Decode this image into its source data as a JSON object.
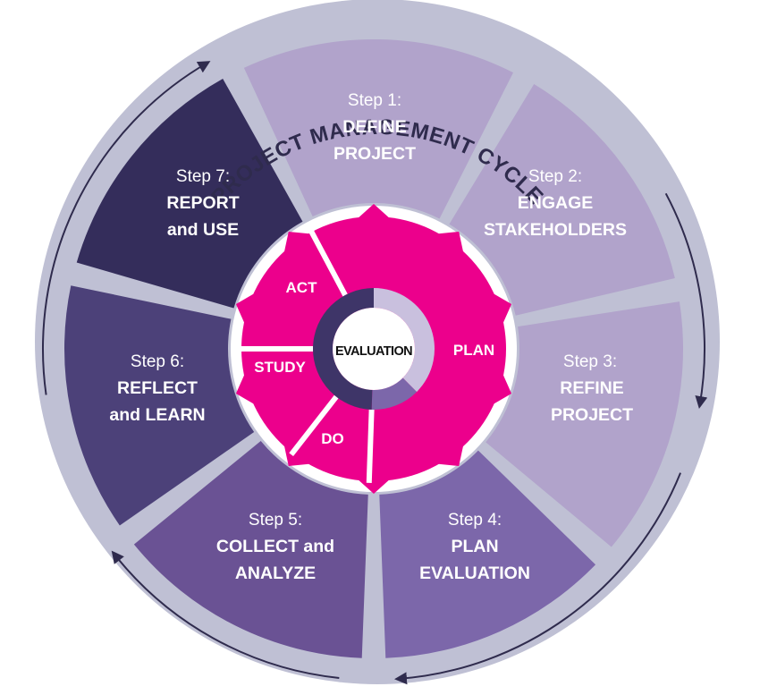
{
  "title": "PROJECT MANAGEMENT CYCLE",
  "center": "EVALUATION",
  "steps": [
    {
      "step": "Step 1:",
      "lines": [
        "DEFINE",
        "PROJECT"
      ],
      "color": "#b1a3cb"
    },
    {
      "step": "Step 2:",
      "lines": [
        "ENGAGE",
        "STAKEHOLDERS"
      ],
      "color": "#b1a3cb"
    },
    {
      "step": "Step 3:",
      "lines": [
        "REFINE",
        "PROJECT"
      ],
      "color": "#b1a3cb"
    },
    {
      "step": "Step 4:",
      "lines": [
        "PLAN",
        "EVALUATION"
      ],
      "color": "#7c67aa"
    },
    {
      "step": "Step 5:",
      "lines": [
        "COLLECT and",
        "ANALYZE"
      ],
      "color": "#6a5294"
    },
    {
      "step": "Step 6:",
      "lines": [
        "REFLECT",
        "and LEARN"
      ],
      "color": "#4c4179"
    },
    {
      "step": "Step 7:",
      "lines": [
        "REPORT",
        "and USE"
      ],
      "color": "#342d5b"
    }
  ],
  "pdsa": {
    "plan": "PLAN",
    "do": "DO",
    "study": "STUDY",
    "act": "ACT",
    "color": "#ec008c"
  },
  "colors": {
    "outer_ring": "#bfc0d4",
    "arrows": "#2f2b4d",
    "center_ring_light": "#c9c0de",
    "center_ring_mid": "#7c67aa",
    "center_ring_dark": "#3e3568"
  }
}
